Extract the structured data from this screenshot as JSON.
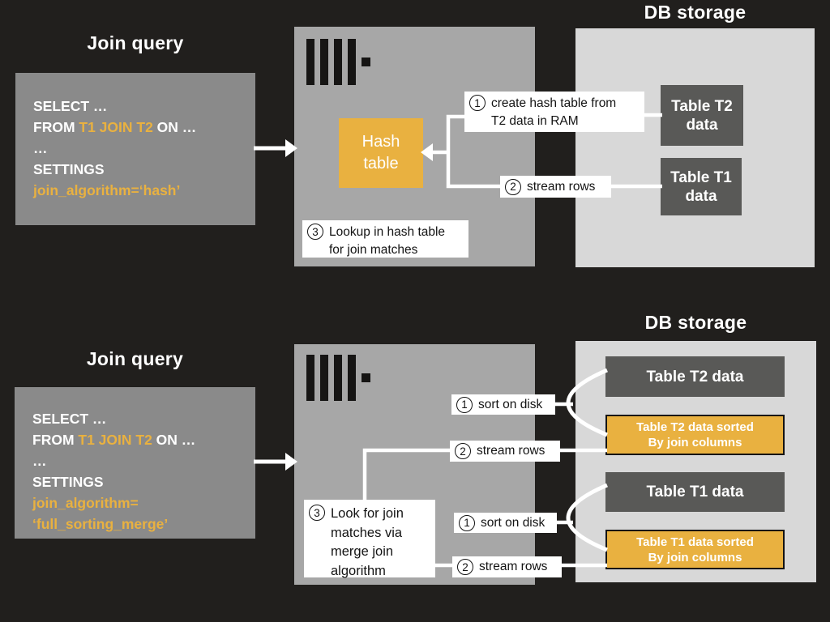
{
  "colors": {
    "background": "#211f1d",
    "query_box_gray": "#8a8a8a",
    "server_box_gray": "#a7a7a7",
    "db_storage_gray": "#d8d8d8",
    "table_box_dark": "#595957",
    "accent_yellow": "#e9b140",
    "label_white": "#ffffff",
    "text_dark": "#141414"
  },
  "hash_join": {
    "title": "Join query",
    "db_title": "DB storage",
    "query": {
      "l1": "SELECT …",
      "l2a": "FROM ",
      "l2b": "T1 JOIN T2",
      "l2c": " ON …",
      "l3": "…",
      "l4": "SETTINGS",
      "l5": "join_algorithm=‘hash’"
    },
    "hash_table": {
      "l1": "Hash",
      "l2": "table"
    },
    "step1": {
      "num": "1",
      "l1": "create hash table from",
      "l2": "T2 data in RAM"
    },
    "step2": {
      "num": "2",
      "text": "stream rows"
    },
    "step3": {
      "num": "3",
      "l1": "Lookup in hash table",
      "l2": "for join matches"
    },
    "t2_box": {
      "l1": "Table T2",
      "l2": "data"
    },
    "t1_box": {
      "l1": "Table T1",
      "l2": "data"
    }
  },
  "merge_join": {
    "title": "Join query",
    "db_title": "DB storage",
    "query": {
      "l1": "SELECT …",
      "l2a": "FROM ",
      "l2b": "T1 JOIN T2",
      "l2c": " ON …",
      "l3": "…",
      "l4": "SETTINGS",
      "l5": "join_algorithm=",
      "l6": "‘full_sorting_merge’"
    },
    "sort_t2": {
      "num": "1",
      "text": "sort on disk"
    },
    "stream_t2": {
      "num": "2",
      "text": "stream rows"
    },
    "sort_t1": {
      "num": "1",
      "text": "sort on disk"
    },
    "stream_t1": {
      "num": "2",
      "text": "stream rows"
    },
    "step3": {
      "num": "3",
      "l1": "Look for join",
      "l2": "matches via",
      "l3": "merge join",
      "l4": "algorithm"
    },
    "t2_data": "Table T2 data",
    "t2_sorted": {
      "l1": "Table T2 data sorted",
      "l2": "By join columns"
    },
    "t1_data": "Table T1 data",
    "t1_sorted": {
      "l1": "Table T1 data sorted",
      "l2": "By join columns"
    }
  }
}
